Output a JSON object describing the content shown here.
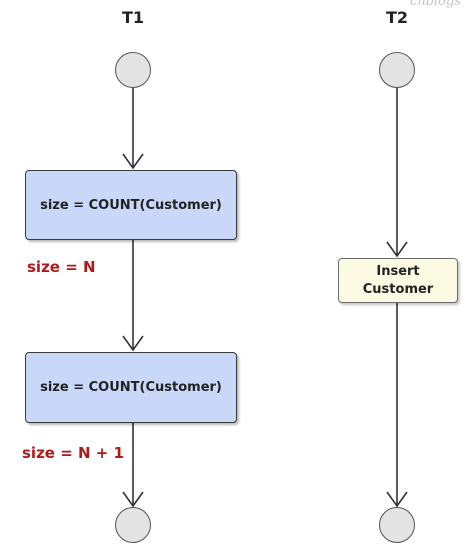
{
  "lanes": [
    {
      "title": "T1"
    },
    {
      "title": "T2"
    }
  ],
  "t1": {
    "step1_text": "size = COUNT(Customer)",
    "label1": "size = N",
    "step2_text": "size = COUNT(Customer)",
    "label2": "size = N + 1"
  },
  "t2": {
    "action_text": "Insert Customer"
  },
  "watermark": "cnblogs",
  "colors": {
    "query_fill": "#c9d8f8",
    "action_fill": "#fbfbe4",
    "circle_fill": "#e3e3e3",
    "label_red": "#b01a1a"
  }
}
